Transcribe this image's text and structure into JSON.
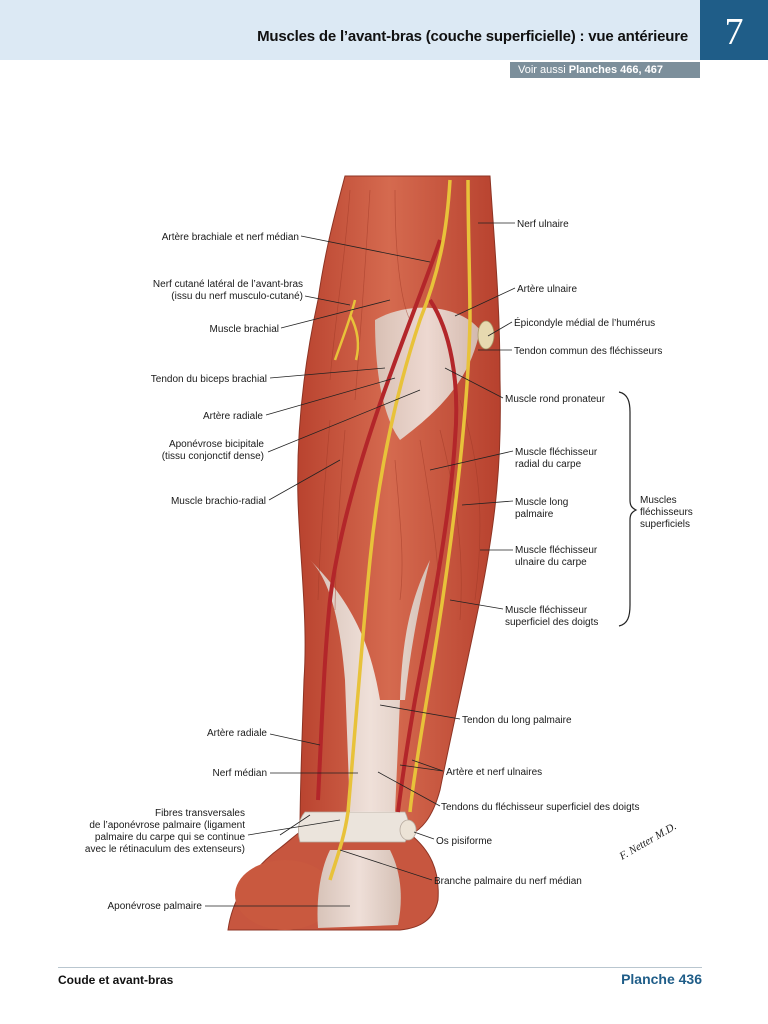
{
  "header": {
    "title": "Muscles de l’avant-bras (couche superficielle) : vue antérieure",
    "chapter": "7",
    "see_also_prefix": "Voir aussi",
    "see_also_plates": "Planches 466, 467"
  },
  "labels_left": {
    "brachial_artery_nerve": "Artère brachiale et nerf médian",
    "lateral_cutaneous_1": "Nerf cutané latéral de l’avant-bras",
    "lateral_cutaneous_2": "(issu du nerf musculo-cutané)",
    "brachialis": "Muscle brachial",
    "biceps_tendon": "Tendon du biceps brachial",
    "radial_artery_top": "Artère radiale",
    "bicipital_apon_1": "Aponévrose bicipitale",
    "bicipital_apon_2": "(tissu conjonctif dense)",
    "brachioradialis": "Muscle brachio-radial",
    "radial_artery_bottom": "Artère radiale",
    "median_nerve": "Nerf médian",
    "transverse_fibers_1": "Fibres transversales",
    "transverse_fibers_2": "de l’aponévrose palmaire (ligament",
    "transverse_fibers_3": "palmaire du carpe qui se continue",
    "transverse_fibers_4": "avec le rétinaculum des extenseurs)",
    "palmar_aponeurosis": "Aponévrose palmaire"
  },
  "labels_right": {
    "ulnar_nerve": "Nerf ulnaire",
    "ulnar_artery": "Artère ulnaire",
    "medial_epicondyle": "Épicondyle médial de l’humérus",
    "common_flexor_tendon": "Tendon commun des fléchisseurs",
    "pronator_teres": "Muscle rond pronateur",
    "fcr_1": "Muscle fléchisseur",
    "fcr_2": "radial du carpe",
    "palmaris_longus_1": "Muscle long",
    "palmaris_longus_2": "palmaire",
    "fcu_1": "Muscle fléchisseur",
    "fcu_2": "ulnaire du carpe",
    "fds_1": "Muscle fléchisseur",
    "fds_2": "superficiel des doigts",
    "palmaris_tendon": "Tendon du long palmaire",
    "ulnar_artery_nerve": "Artère et nerf ulnaires",
    "fds_tendons": "Tendons du fléchisseur superficiel des doigts",
    "pisiform": "Os pisiforme",
    "palmar_branch": "Branche palmaire du nerf médian"
  },
  "group_label": {
    "line1": "Muscles",
    "line2": "fléchisseurs",
    "line3": "superficiels"
  },
  "signature": "F. Netter M.D.",
  "footer": {
    "section": "Coude et avant-bras",
    "plate": "Planche 436"
  },
  "colors": {
    "header_bg": "#dce9f4",
    "chapter_bg": "#1f5d88",
    "see_also_bg": "#7c8f9b",
    "muscle": "#c8553f",
    "tendon": "#e9e2da",
    "nerve": "#e8c23a",
    "artery": "#b3262a",
    "plate_text": "#1f5d88"
  }
}
